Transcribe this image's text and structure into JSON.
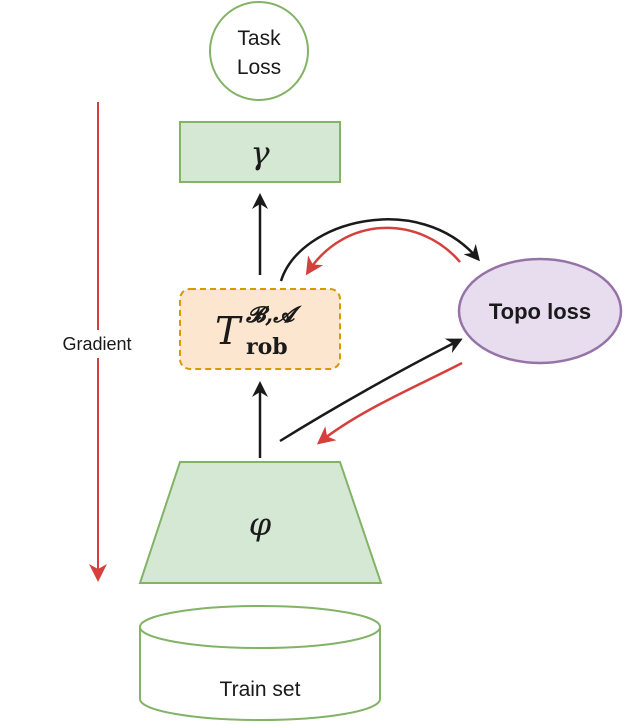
{
  "nodes": {
    "task_loss": {
      "line1": "Task",
      "line2": "Loss"
    },
    "gamma": {
      "symbol": "γ"
    },
    "t_rob": {
      "base": "T",
      "superscript": "𝓑,𝓐",
      "subscript": "rob"
    },
    "topo_loss": {
      "label": "Topo loss"
    },
    "phi": {
      "symbol": "φ"
    },
    "train_set": {
      "label": "Train set"
    }
  },
  "side": {
    "gradient_label": "Gradient"
  },
  "colors": {
    "green_fill": "#d5e8d4",
    "green_stroke": "#82b366",
    "orange_fill": "#fde6cf",
    "orange_stroke": "#d79b00",
    "purple_fill": "#e8dcef",
    "purple_stroke": "#9673a6",
    "red_arrow": "#d6403c",
    "black_arrow": "#1a1a1a"
  }
}
